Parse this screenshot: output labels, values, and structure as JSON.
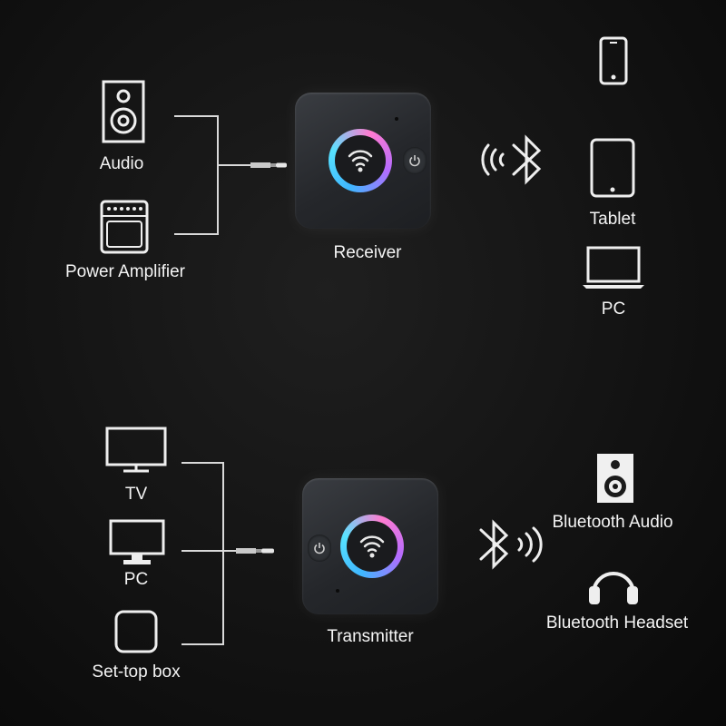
{
  "receiver_section": {
    "device_label": "Receiver",
    "sources": [
      {
        "label": "Audio",
        "icon": "speaker-icon"
      },
      {
        "label": "Power Amplifier",
        "icon": "amplifier-icon"
      }
    ],
    "targets": [
      {
        "label": "",
        "icon": "smartphone-icon"
      },
      {
        "label": "Tablet",
        "icon": "tablet-icon"
      },
      {
        "label": "PC",
        "icon": "laptop-icon"
      }
    ]
  },
  "transmitter_section": {
    "device_label": "Transmitter",
    "sources": [
      {
        "label": "TV",
        "icon": "tv-icon"
      },
      {
        "label": "PC",
        "icon": "monitor-icon"
      },
      {
        "label": "Set-top box",
        "icon": "set-top-box-icon"
      }
    ],
    "targets": [
      {
        "label": "Bluetooth Audio",
        "icon": "speaker-icon"
      },
      {
        "label": "Bluetooth Headset",
        "icon": "headset-icon"
      }
    ]
  },
  "colors": {
    "background": "#131313",
    "line": "#d9d9d9",
    "text": "#f4f4f4",
    "ring": [
      "#3fb6ff",
      "#ff7bd0",
      "#b46bff"
    ]
  }
}
